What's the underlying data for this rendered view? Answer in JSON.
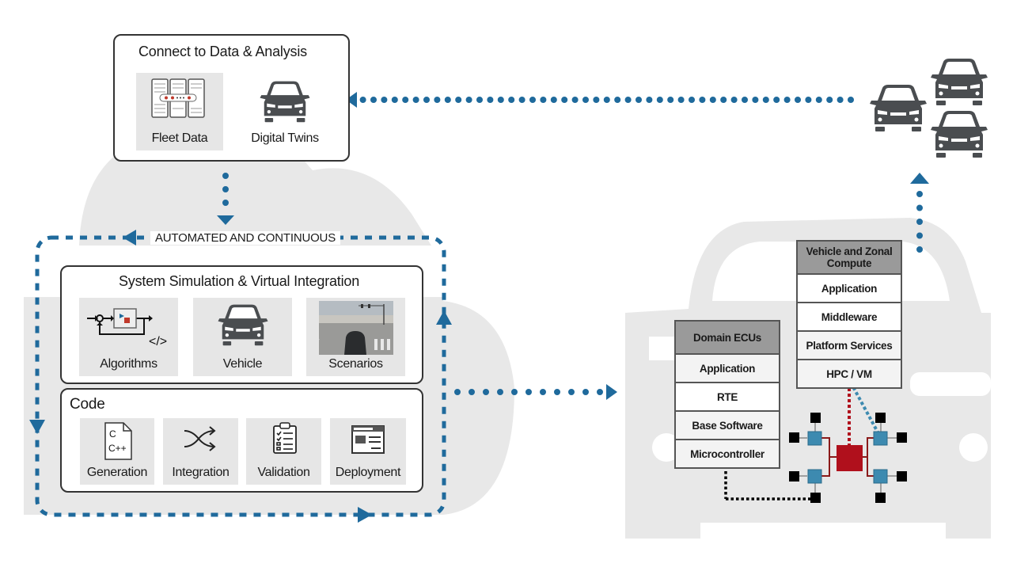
{
  "colors": {
    "accent_blue": "#1f6a9c",
    "background_shape": "#e8e8e8",
    "icon_dark": "#4a4d50",
    "tile_bg": "#e6e6e6",
    "header_gray": "#9a9a9a",
    "ecu_red": "#b0101c",
    "node_blue": "#3d8ab0",
    "node_black": "#000000"
  },
  "connect_panel": {
    "title": "Connect to Data & Analysis",
    "items": [
      {
        "label": "Fleet Data",
        "icon": "server-racks-icon"
      },
      {
        "label": "Digital Twins",
        "icon": "car-front-icon"
      }
    ]
  },
  "cycle": {
    "label": "AUTOMATED AND CONTINUOUS"
  },
  "simulation_panel": {
    "title": "System Simulation & Virtual Integration",
    "items": [
      {
        "label": "Algorithms",
        "icon": "block-diagram-icon"
      },
      {
        "label": "Vehicle",
        "icon": "car-front-icon"
      },
      {
        "label": "Scenarios",
        "icon": "road-scene-image"
      }
    ]
  },
  "code_panel": {
    "title": "Code",
    "items": [
      {
        "label": "Generation",
        "icon": "c-cpp-file-icon"
      },
      {
        "label": "Integration",
        "icon": "shuffle-arrows-icon"
      },
      {
        "label": "Validation",
        "icon": "checklist-clipboard-icon"
      },
      {
        "label": "Deployment",
        "icon": "window-layout-icon"
      }
    ]
  },
  "domain_ecus": {
    "header": "Domain ECUs",
    "layers": [
      "Application",
      "RTE",
      "Base Software",
      "Microcontroller"
    ]
  },
  "zonal_compute": {
    "header": "Vehicle and Zonal Compute",
    "layers": [
      "Application",
      "Middleware",
      "Platform Services",
      "HPC / VM"
    ]
  },
  "fleet": {
    "vehicles": [
      "car-front-icon",
      "car-front-icon",
      "car-front-icon"
    ]
  }
}
